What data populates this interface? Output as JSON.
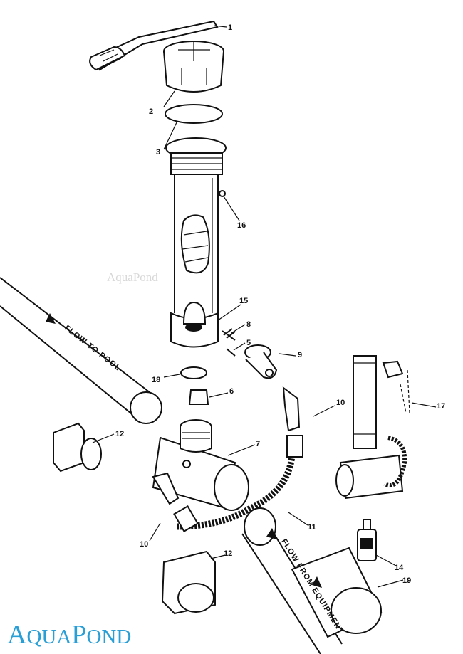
{
  "title": "Chlorinator exploded parts diagram",
  "logo": {
    "first_cap": "A",
    "first_rest": "QUA",
    "second_cap": "P",
    "second_rest": "OND",
    "color": "#2a9fd6"
  },
  "watermark": "AquaPond",
  "flow_labels": {
    "to_pool": "FLOW TO POOL",
    "from_equipment": "FLOW FROM EQUIPMENT"
  },
  "callouts": [
    "1",
    "2",
    "3",
    "16",
    "15",
    "8",
    "5",
    "9",
    "18",
    "6",
    "10",
    "17",
    "12",
    "7",
    "11",
    "10",
    "12",
    "14",
    "19"
  ]
}
